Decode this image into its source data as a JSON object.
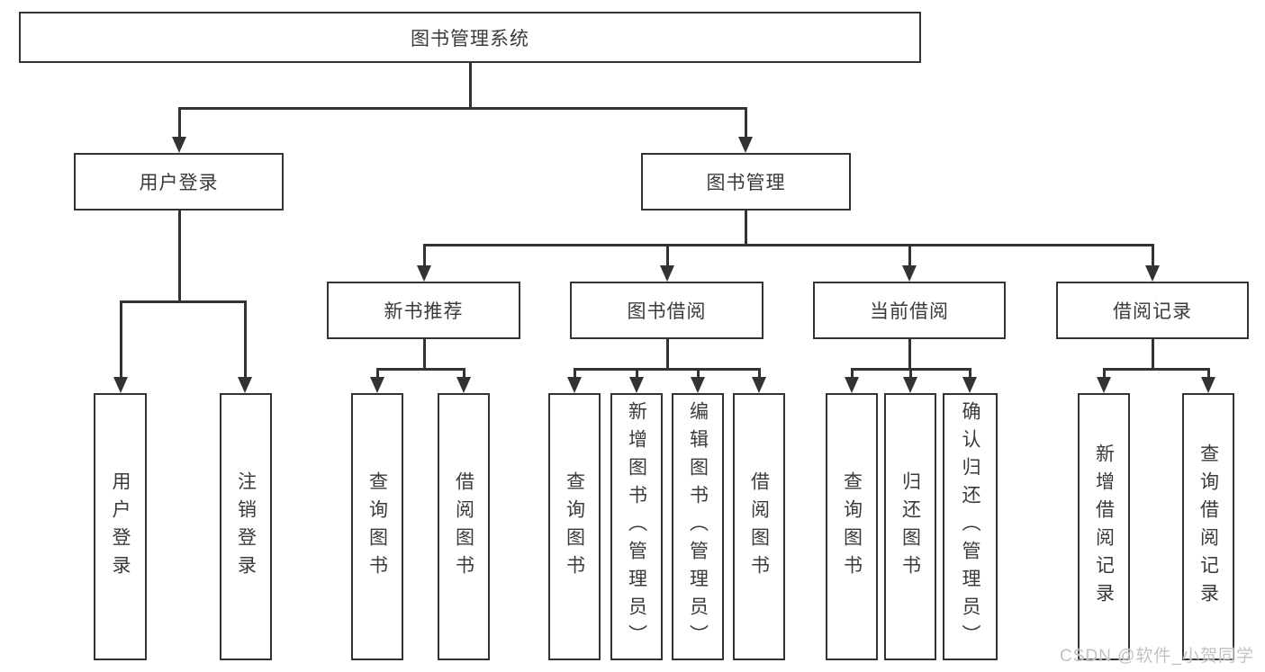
{
  "diagram": {
    "title": "图书管理系统",
    "root": {
      "label": "图书管理系统"
    },
    "level2": [
      {
        "label": "用户登录"
      },
      {
        "label": "图书管理"
      }
    ],
    "level3": [
      {
        "label": "新书推荐"
      },
      {
        "label": "图书借阅"
      },
      {
        "label": "当前借阅"
      },
      {
        "label": "借阅记录"
      }
    ],
    "leaves": [
      {
        "parent": "用户登录",
        "label": "用户登录"
      },
      {
        "parent": "用户登录",
        "label": "注销登录"
      },
      {
        "parent": "新书推荐",
        "label": "查询图书"
      },
      {
        "parent": "新书推荐",
        "label": "借阅图书"
      },
      {
        "parent": "图书借阅",
        "label": "查询图书"
      },
      {
        "parent": "图书借阅",
        "label": "新增图书（管理员）"
      },
      {
        "parent": "图书借阅",
        "label": "编辑图书（管理员）"
      },
      {
        "parent": "图书借阅",
        "label": "借阅图书"
      },
      {
        "parent": "当前借阅",
        "label": "查询图书"
      },
      {
        "parent": "当前借阅",
        "label": "归还图书"
      },
      {
        "parent": "当前借阅",
        "label": "确认归还（管理员）"
      },
      {
        "parent": "借阅记录",
        "label": "新增借阅记录"
      },
      {
        "parent": "借阅记录",
        "label": "查询借阅记录"
      }
    ]
  },
  "watermark": {
    "text": "CSDN @软件_小贺同学",
    "color": "#c2c2c2"
  },
  "colors": {
    "line": "#333333",
    "border": "#333333",
    "text": "#3a3a3a",
    "background": "#ffffff"
  }
}
